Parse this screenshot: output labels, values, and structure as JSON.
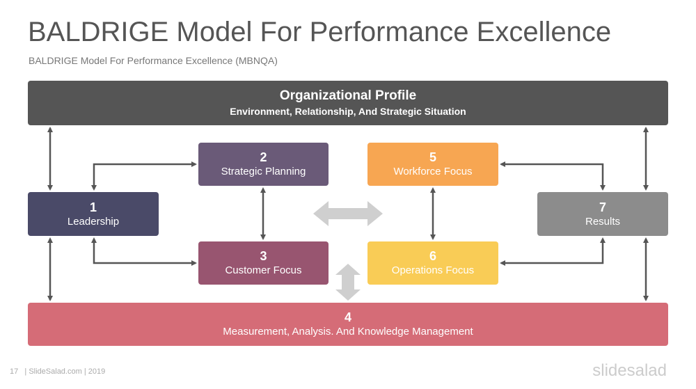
{
  "title": "BALDRIGE Model For Performance Excellence",
  "subtitle": "BALDRIGE Model For Performance Excellence (MBNQA)",
  "organizational_profile": {
    "heading": "Organizational Profile",
    "subheading": "Environment, Relationship, And Strategic Situation",
    "color": "#555555"
  },
  "boxes": [
    {
      "number": "1",
      "label": "Leadership",
      "color": "#4a4a68"
    },
    {
      "number": "2",
      "label": "Strategic Planning",
      "color": "#6a5a78"
    },
    {
      "number": "3",
      "label": "Customer Focus",
      "color": "#985570"
    },
    {
      "number": "4",
      "label": "Measurement, Analysis. And Knowledge Management",
      "color": "#d56c77"
    },
    {
      "number": "5",
      "label": "Workforce Focus",
      "color": "#f7a652"
    },
    {
      "number": "6",
      "label": "Operations Focus",
      "color": "#f9cc56"
    },
    {
      "number": "7",
      "label": "Results",
      "color": "#8c8c8c"
    }
  ],
  "footer": {
    "page": "17",
    "text": "| SlideSalad.com | 2019",
    "brand": "slidesalad"
  }
}
